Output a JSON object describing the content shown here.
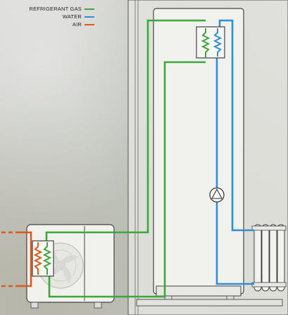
{
  "legend": {
    "items": [
      {
        "label": "REFRIGERANT GAS",
        "color": "#3aa83a"
      },
      {
        "label": "WATER",
        "color": "#2f8fd8"
      },
      {
        "label": "AIR",
        "color": "#e2581a"
      }
    ]
  },
  "colors": {
    "refrigerant": "#3aa83a",
    "water": "#2f8fd8",
    "air": "#e2581a",
    "outline": "#333333"
  },
  "icons": {
    "pump": "circulation-pump-icon",
    "heat_exchanger": "heat-exchanger-icon",
    "radiator": "radiator-icon",
    "fan": "fan-icon"
  }
}
